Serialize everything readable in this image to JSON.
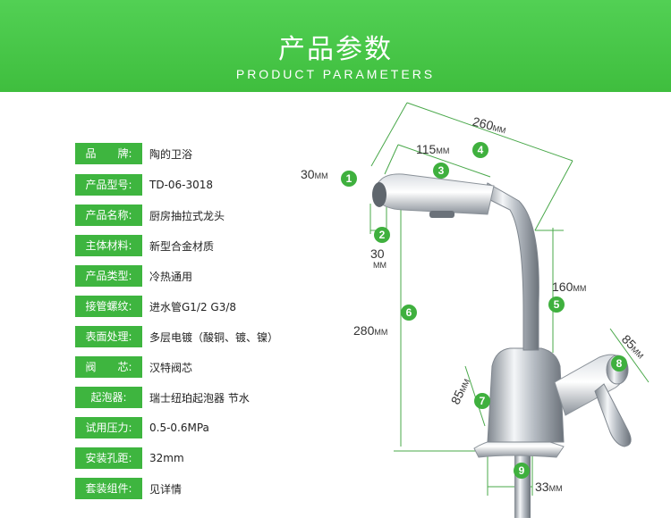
{
  "header": {
    "title_cn": "产品参数",
    "title_en": "PRODUCT PARAMETERS",
    "bg_color": "#46c546"
  },
  "params": [
    {
      "label": "品　　牌:",
      "value": "陶的卫浴"
    },
    {
      "label": "产品型号:",
      "value": "TD-06-3018"
    },
    {
      "label": "产品名称:",
      "value": "厨房抽拉式龙头"
    },
    {
      "label": "主体材料:",
      "value": "新型合金材质"
    },
    {
      "label": "产品类型:",
      "value": "冷热通用"
    },
    {
      "label": "接管螺纹:",
      "value": "进水管G1/2 G3/8"
    },
    {
      "label": "表面处理:",
      "value": "多层电镀（酸铜、镀、镍）"
    },
    {
      "label": "阀　　芯:",
      "value": "汉特阀芯"
    },
    {
      "label": "起泡器:",
      "value": "瑞士纽珀起泡器 节水"
    },
    {
      "label": "试用压力:",
      "value": "0.5-0.6MPa"
    },
    {
      "label": "安装孔距:",
      "value": "32mm"
    },
    {
      "label": "套装组件:",
      "value": "见详情"
    }
  ],
  "dimensions": [
    {
      "num": "1",
      "value": "30",
      "unit": "MM"
    },
    {
      "num": "2",
      "value": "30",
      "unit": "MM"
    },
    {
      "num": "3",
      "value": "115",
      "unit": "MM"
    },
    {
      "num": "4",
      "value": "260",
      "unit": "MM"
    },
    {
      "num": "5",
      "value": "160",
      "unit": "MM"
    },
    {
      "num": "6",
      "value": "280",
      "unit": "MM"
    },
    {
      "num": "7",
      "value": "85",
      "unit": "MM"
    },
    {
      "num": "8",
      "value": "85",
      "unit": "MM"
    },
    {
      "num": "9",
      "value": "33",
      "unit": "MM"
    }
  ],
  "accent_color": "#3eb53f"
}
